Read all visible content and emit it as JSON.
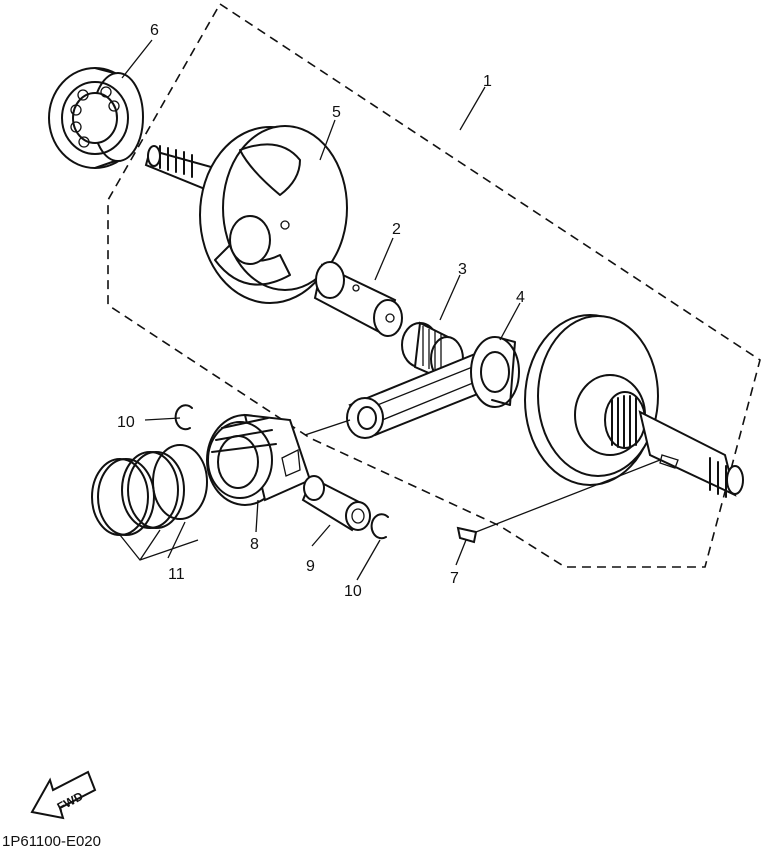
{
  "callouts": [
    "1",
    "2",
    "3",
    "4",
    "5",
    "6",
    "7",
    "8",
    "9",
    "10",
    "10",
    "11"
  ],
  "fwd_label": "FWD",
  "diagram_code": "1P61100-E020"
}
